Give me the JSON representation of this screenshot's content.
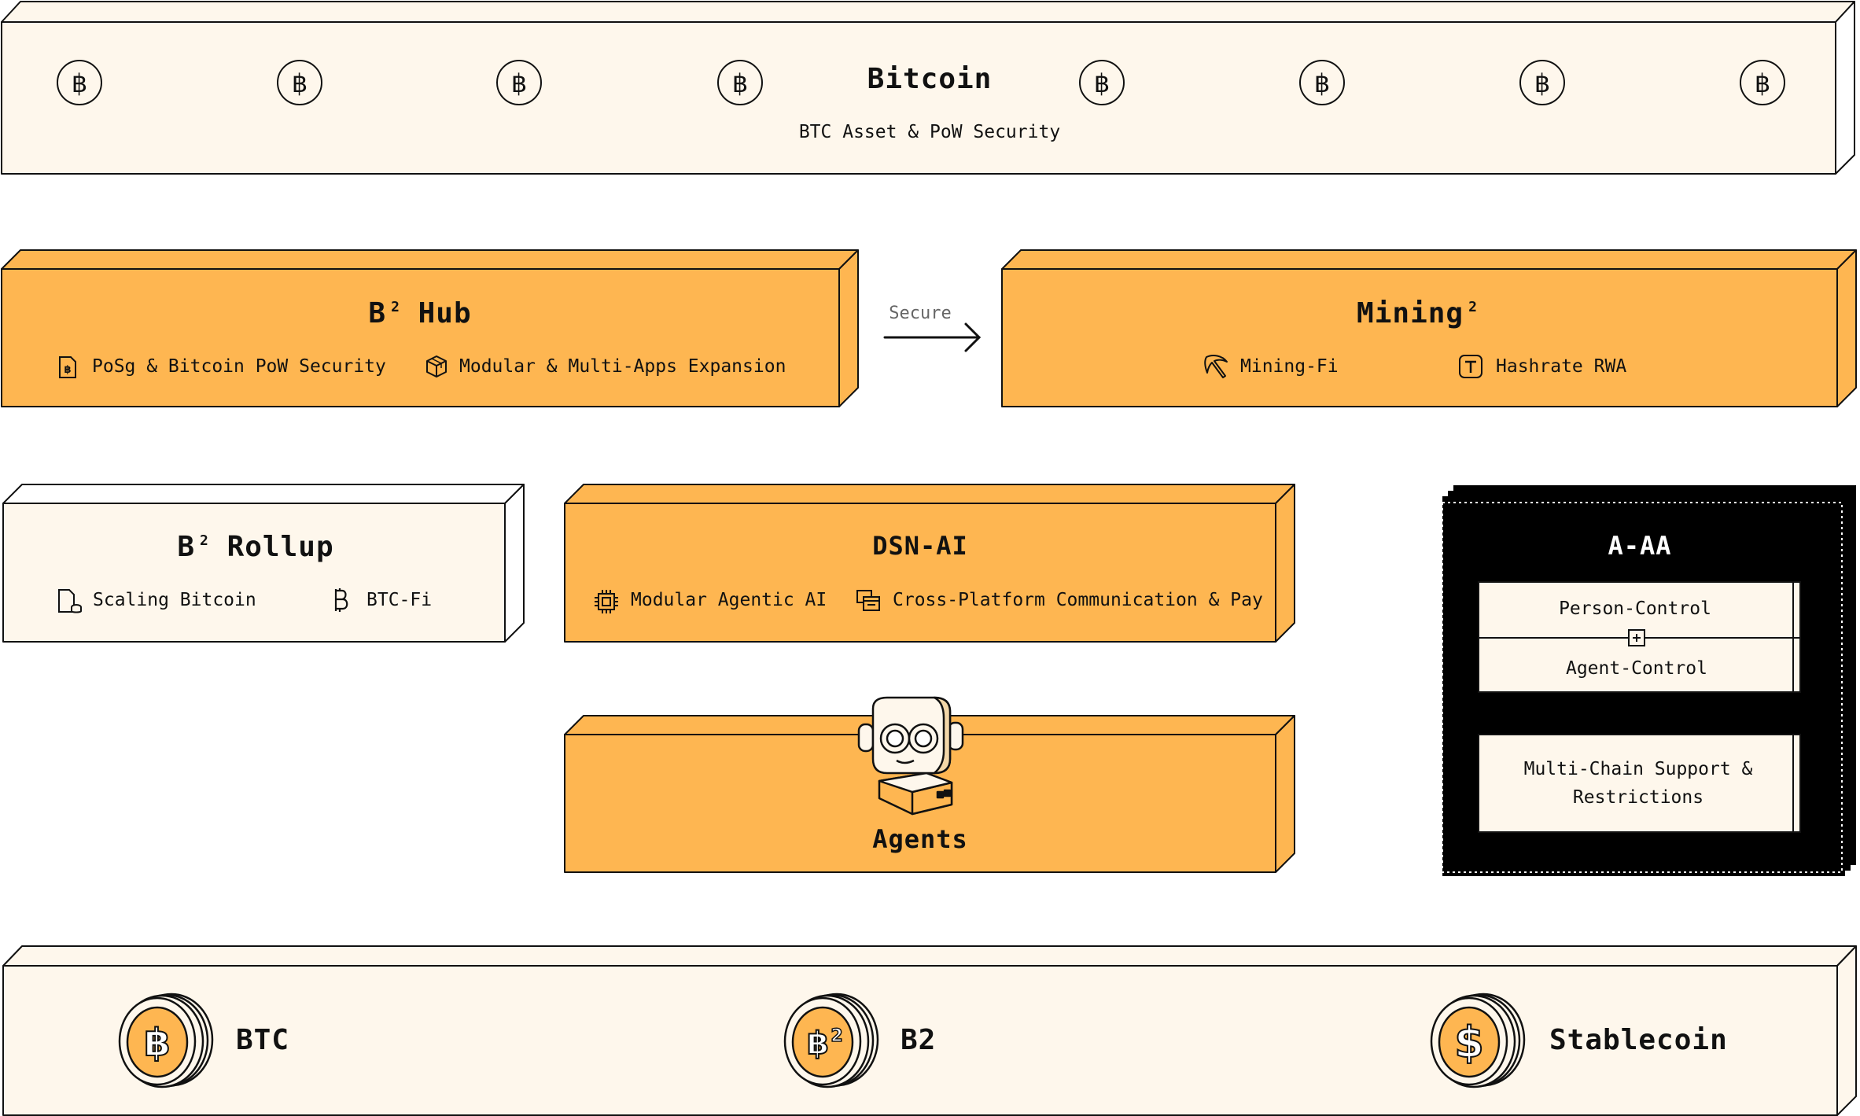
{
  "colors": {
    "cream": "#fef7ec",
    "orange": "#feb651",
    "black": "#000000",
    "outline": "#111111"
  },
  "bitcoin": {
    "title": "Bitcoin",
    "subtitle": "BTC Asset & PoW Security",
    "icon": "bitcoin-circle-icon"
  },
  "hub": {
    "title": "B",
    "title_sup": "2",
    "title_rest": "Hub",
    "features": [
      {
        "label": "PoSg & Bitcoin PoW Security",
        "icon": "bitcoin-document-icon"
      },
      {
        "label": "Modular & Multi-Apps Expansion",
        "icon": "cube-icon"
      }
    ]
  },
  "arrow": {
    "label": "Secure"
  },
  "mining": {
    "title": "Mining",
    "title_sup": "2",
    "features": [
      {
        "label": "Mining-Fi",
        "icon": "pickaxe-icon"
      },
      {
        "label": "Hashrate RWA",
        "icon": "t-box-icon"
      }
    ]
  },
  "rollup": {
    "title": "B",
    "title_sup": "2",
    "title_rest": "Rollup",
    "features": [
      {
        "label": "Scaling Bitcoin",
        "icon": "document-coins-icon"
      },
      {
        "label": "BTC-Fi",
        "icon": "bitcoin-symbol-icon"
      }
    ]
  },
  "dsn": {
    "title": "DSN-AI",
    "features": [
      {
        "label": "Modular Agentic AI",
        "icon": "chip-icon"
      },
      {
        "label": "Cross-Platform Communication & Pay",
        "icon": "windows-icon"
      }
    ]
  },
  "agents": {
    "title": "Agents",
    "icon": "robot-icon"
  },
  "aaa": {
    "title": "A-AA",
    "control_top": "Person-Control",
    "control_bottom": "Agent-Control",
    "multichain_line1": "Multi-Chain Support &",
    "multichain_line2": "Restrictions"
  },
  "assets": [
    {
      "label": "BTC",
      "icon": "btc-coin-icon"
    },
    {
      "label": "B2",
      "icon": "b2-coin-icon"
    },
    {
      "label": "Stablecoin",
      "icon": "dollar-coin-icon"
    }
  ]
}
